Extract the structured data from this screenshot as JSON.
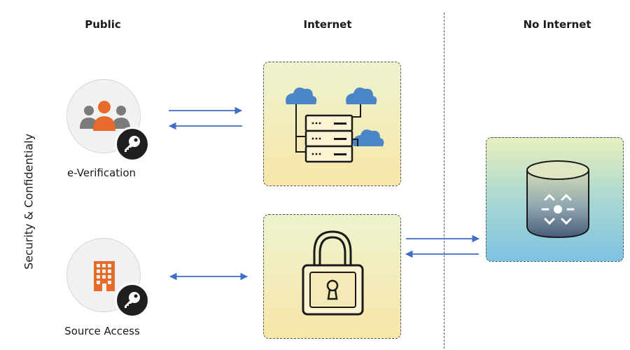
{
  "columns": {
    "public": "Public",
    "internet": "Internet",
    "no_internet": "No Internet"
  },
  "side_label": "Security & Confidentialy",
  "actors": {
    "e_verification": "e-Verification",
    "source_access": "Source Access"
  },
  "colors": {
    "accent_orange": "#e86a2b",
    "arrow_blue": "#3e6fc2",
    "cloud_blue": "#4a86c7"
  },
  "icons": [
    "users-icon",
    "key-icon",
    "building-icon",
    "cloud-server-icon",
    "padlock-icon",
    "database-icon"
  ]
}
